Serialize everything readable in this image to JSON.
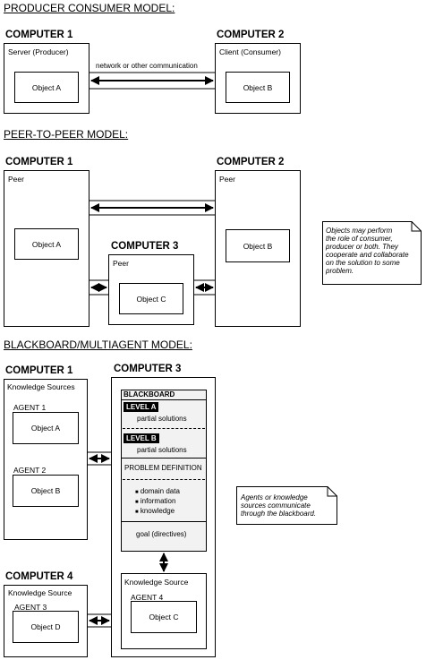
{
  "producer": {
    "heading": "PRODUCER CONSUMER MODEL:",
    "c1": {
      "title": "COMPUTER 1",
      "role": "Server (Producer)",
      "object": "Object A"
    },
    "c2": {
      "title": "COMPUTER 2",
      "role": "Client (Consumer)",
      "object": "Object B"
    },
    "link_label": "network or other communication"
  },
  "peer": {
    "heading": "PEER-TO-PEER MODEL:",
    "c1": {
      "title": "COMPUTER 1",
      "role": "Peer",
      "object": "Object A"
    },
    "c2": {
      "title": "COMPUTER 2",
      "role": "Peer",
      "object": "Object B"
    },
    "c3": {
      "title": "COMPUTER 3",
      "role": "Peer",
      "object": "Object C"
    },
    "note_lines": [
      "Objects may perform",
      "the role of consumer,",
      "producer or both. They",
      "cooperate and collaborate",
      "on the solution to some",
      "problem."
    ]
  },
  "blackboard": {
    "heading": "BLACKBOARD/MULTIAGENT MODEL:",
    "c1": {
      "title": "COMPUTER 1",
      "role": "Knowledge Sources",
      "agent1": "AGENT 1",
      "object1": "Object A",
      "agent2": "AGENT 2",
      "object2": "Object B"
    },
    "c3": {
      "title": "COMPUTER 3",
      "board_title": "BLACKBOARD",
      "level_a": "LEVEL A",
      "partial_a": "partial solutions",
      "level_b": "LEVEL B",
      "partial_b": "partial solutions",
      "problem_def": "PROBLEM DEFINITION",
      "bullets": [
        "domain data",
        "information",
        "knowledge"
      ],
      "goal": "goal (directives)",
      "ks_label": "Knowledge Source",
      "agent4": "AGENT 4",
      "object": "Object C"
    },
    "c4": {
      "title": "COMPUTER 4",
      "role": "Knowledge Source",
      "agent3": "AGENT 3",
      "object": "Object D"
    },
    "note_lines": [
      "Agents or knowledge",
      "sources communicate",
      "through the blackboard."
    ]
  }
}
